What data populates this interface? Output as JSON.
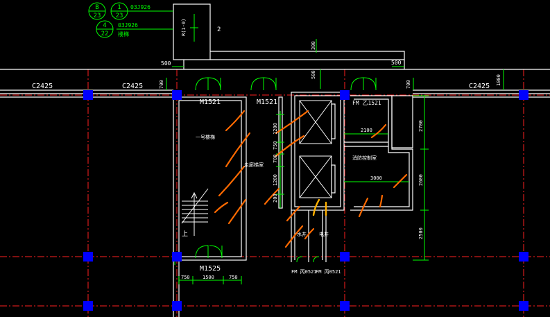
{
  "colors": {
    "background": "#000000",
    "wall": "#ffffff",
    "dimension": "#00ff00",
    "axis": "#ff2020",
    "column": "#0000ff",
    "door": "#00ff00",
    "elevator": "#ffffff",
    "markup": "#ff6a00",
    "markup_alt": "#ffb000",
    "text": "#ffffff",
    "cyan_text": "#00ffff",
    "gold": "#ffdc00"
  },
  "icons": {
    "column": "square-column-icon",
    "door": "swing-door-icon",
    "elevator": "elevator-box-icon",
    "reference_bubble": "circle-callout-icon",
    "stair": "stair-arrow-icon"
  },
  "callouts": {
    "b1": {
      "top": "B",
      "bottom": "23"
    },
    "b2": {
      "top": "1",
      "bottom": "23"
    },
    "b3": {
      "top": "4",
      "bottom": "22"
    },
    "ref1": "03J926",
    "ref2": "03J926",
    "ref3": "楼梯"
  },
  "window_labels": [
    "C2425",
    "C2425",
    "C2425"
  ],
  "door_labels": [
    "M1521",
    "M1521",
    "M1525",
    "FM 乙1521",
    "FM 丙0521",
    "FM 丙0521"
  ],
  "room_labels": {
    "stair": "一号楼梯",
    "corridor": "走廊梯室",
    "fire_control": "消防控制室",
    "shaft_a": "水井",
    "shaft_b": "电井",
    "stair_up": "上"
  },
  "dimensions": {
    "d_500a": "500",
    "d_500b": "500",
    "d_500c": "500",
    "d_300": "300",
    "d_700a": "700",
    "d_700b": "700",
    "d_1000": "1000",
    "d_2": "2",
    "d_1200a": "1200",
    "d_750a": "750",
    "d_700c": "700",
    "d_1200b": "1200",
    "d_200": "200",
    "d_2100": "2100",
    "d_3000": "3000",
    "d_2700": "2700",
    "d_2600": "2600",
    "d_2500": "2500",
    "d_750b": "750",
    "d_1500": "1500",
    "d_750c": "750",
    "vtext": "R(1-0)"
  }
}
